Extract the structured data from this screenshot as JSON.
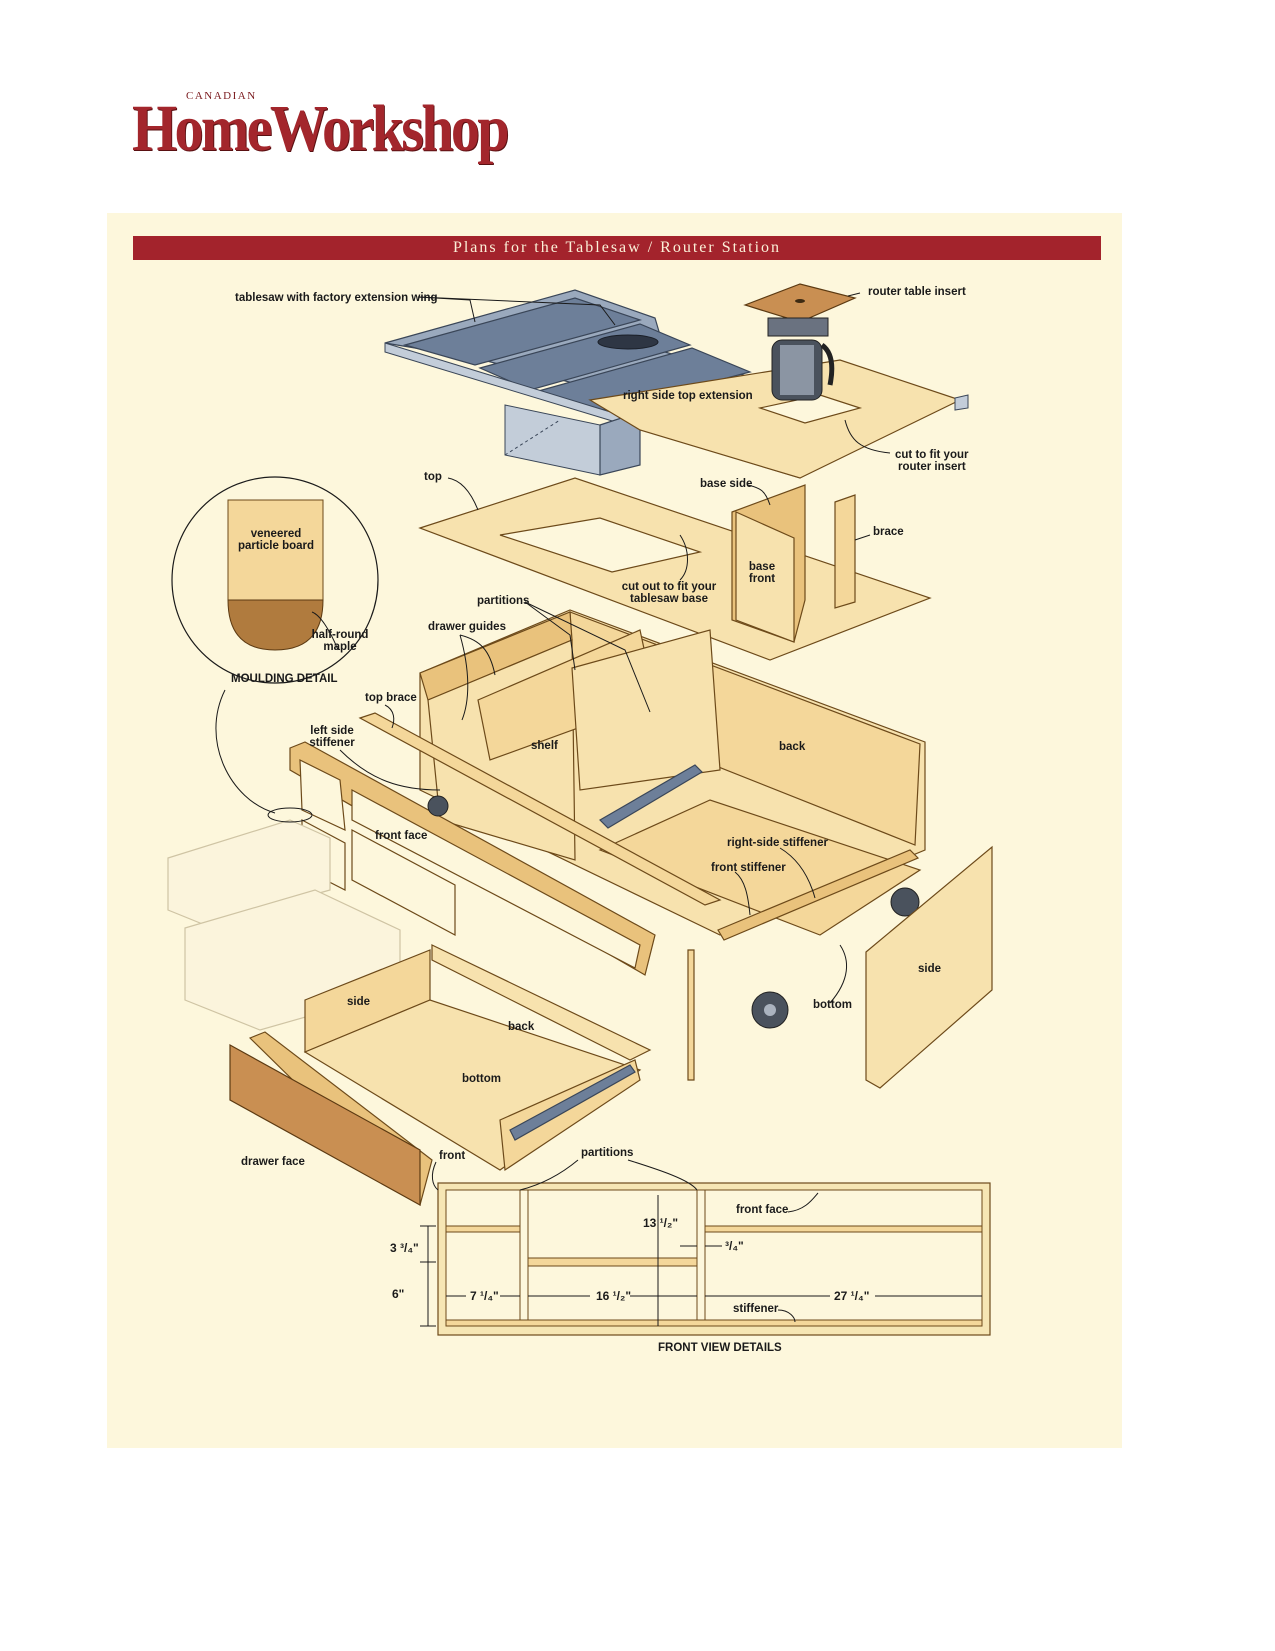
{
  "logo": {
    "small": "CANADIAN",
    "main": "HomeWorkshop"
  },
  "banner": "Plans for the Tablesaw / Router Station",
  "labels": {
    "tablesaw": "tablesaw with factory extension wing",
    "router_insert": "router table insert",
    "right_side_top_ext": "right side top extension",
    "cut_fit_router_1": "cut to fit your",
    "cut_fit_router_2": "router insert",
    "top": "top",
    "base_side": "base side",
    "brace": "brace",
    "base_front_1": "base",
    "base_front_2": "front",
    "cut_out_saw_1": "cut out to fit your",
    "cut_out_saw_2": "tablesaw base",
    "partitions": "partitions",
    "drawer_guides": "drawer guides",
    "veneered_1": "veneered",
    "veneered_2": "particle board",
    "half_round_1": "half-round",
    "half_round_2": "maple",
    "moulding_detail": "MOULDING DETAIL",
    "top_brace": "top brace",
    "left_side_1": "left side",
    "left_side_2": "stiffener",
    "shelf": "shelf",
    "back": "back",
    "front_face": "front face",
    "right_side_stiffener": "right-side stiffener",
    "front_stiffener": "front stiffener",
    "side_right": "side",
    "bottom": "bottom",
    "drawer_side": "side",
    "drawer_back": "back",
    "drawer_bottom": "bottom",
    "drawer_face": "drawer face",
    "drawer_front": "front",
    "fv_partitions": "partitions",
    "fv_front_face": "front face",
    "fv_stiffener": "stiffener",
    "front_view_details": "FRONT VIEW DETAILS"
  },
  "dimensions": {
    "d_13_5": "13 ¹/₂\"",
    "d_3_4_small": "³/₄\"",
    "d_3_3_4": "3 ³/₄\"",
    "d_6": "6\"",
    "d_7_1_4": "7 ¹/₄\"",
    "d_16_1_2": "16 ¹/₂\"",
    "d_27_1_4": "27 ¹/₄\""
  },
  "colors": {
    "banner": "#a3232c",
    "logo": "#a3262c",
    "panel": "#fdf7dc"
  }
}
